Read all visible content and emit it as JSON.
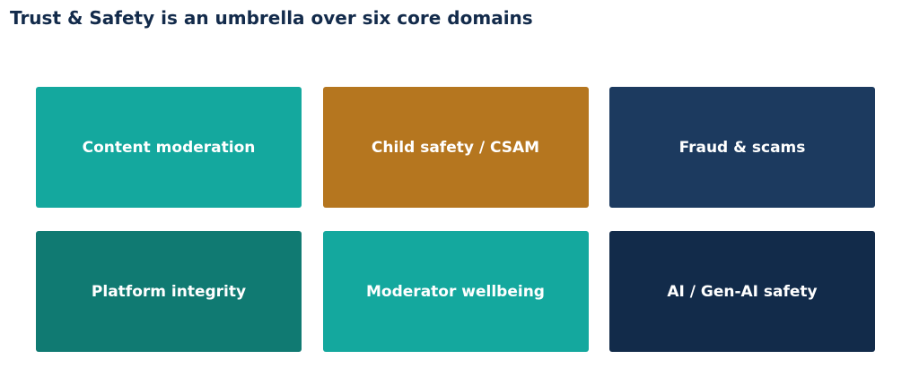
{
  "title": "Trust & Safety is an umbrella over six core domains",
  "colors": {
    "title": "#132B4B",
    "teal": "#14A89E",
    "amber": "#B5761F",
    "navy": "#1C3A5F",
    "dark_teal": "#107A72",
    "dark_navy": "#122B4A",
    "label": "#FFFFFF"
  },
  "domains": [
    {
      "label": "Content moderation",
      "color": "#14A89E"
    },
    {
      "label": "Child safety / CSAM",
      "color": "#B5761F"
    },
    {
      "label": "Fraud & scams",
      "color": "#1C3A5F"
    },
    {
      "label": "Platform integrity",
      "color": "#107A72"
    },
    {
      "label": "Moderator wellbeing",
      "color": "#14A89E"
    },
    {
      "label": "AI / Gen-AI safety",
      "color": "#122B4A"
    }
  ]
}
